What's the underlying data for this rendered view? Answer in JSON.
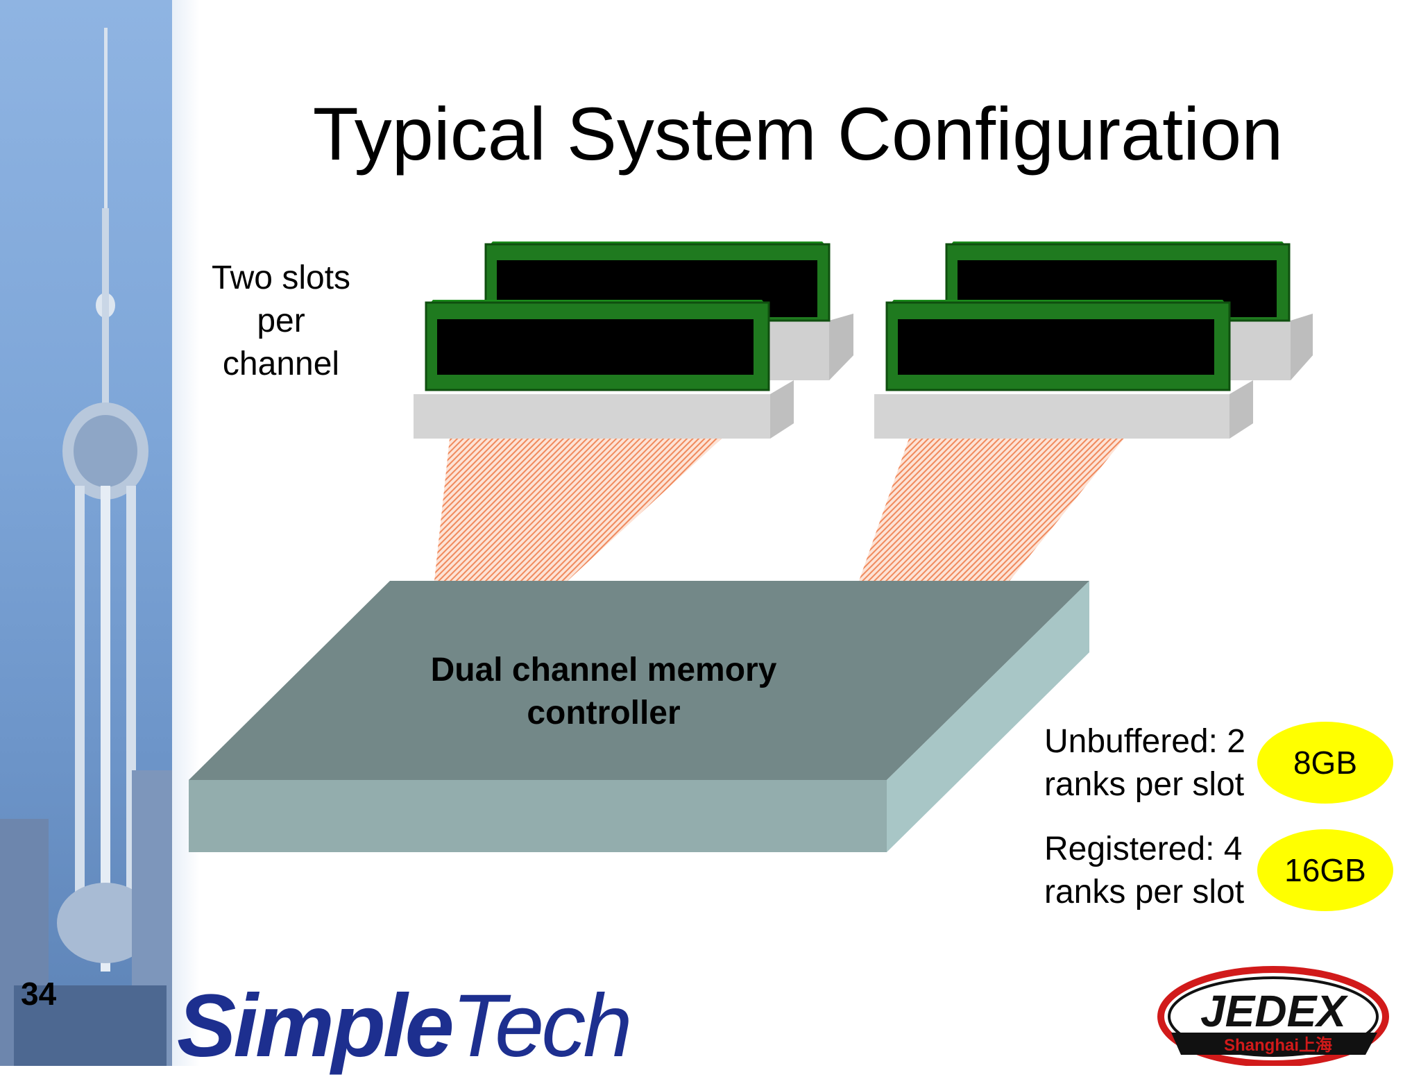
{
  "slide": {
    "title": "Typical System Configuration",
    "page_number": "34"
  },
  "diagram": {
    "slots_label": [
      "Two slots",
      "per",
      "channel"
    ],
    "controller_label": [
      "Dual channel memory",
      "controller"
    ]
  },
  "configs": [
    {
      "line1": "Unbuffered: 2",
      "line2": "ranks per slot",
      "capacity": "8GB"
    },
    {
      "line1": "Registered: 4",
      "line2": "ranks per slot",
      "capacity": "16GB"
    }
  ],
  "logos": {
    "left": {
      "part1": "Simple",
      "part2": "Tech"
    },
    "right": {
      "name": "JEDEX",
      "sub": "Shanghai上海"
    }
  },
  "colors": {
    "dimm_green": "#1f7a1f",
    "chip_black": "#000000",
    "bus_orange": "#f08a5d",
    "controller_top": "#738888",
    "controller_front": "#93adad",
    "badge_yellow": "#ffff00",
    "logo_blue": "#1d2f8f",
    "logo_red": "#d11a1a"
  }
}
